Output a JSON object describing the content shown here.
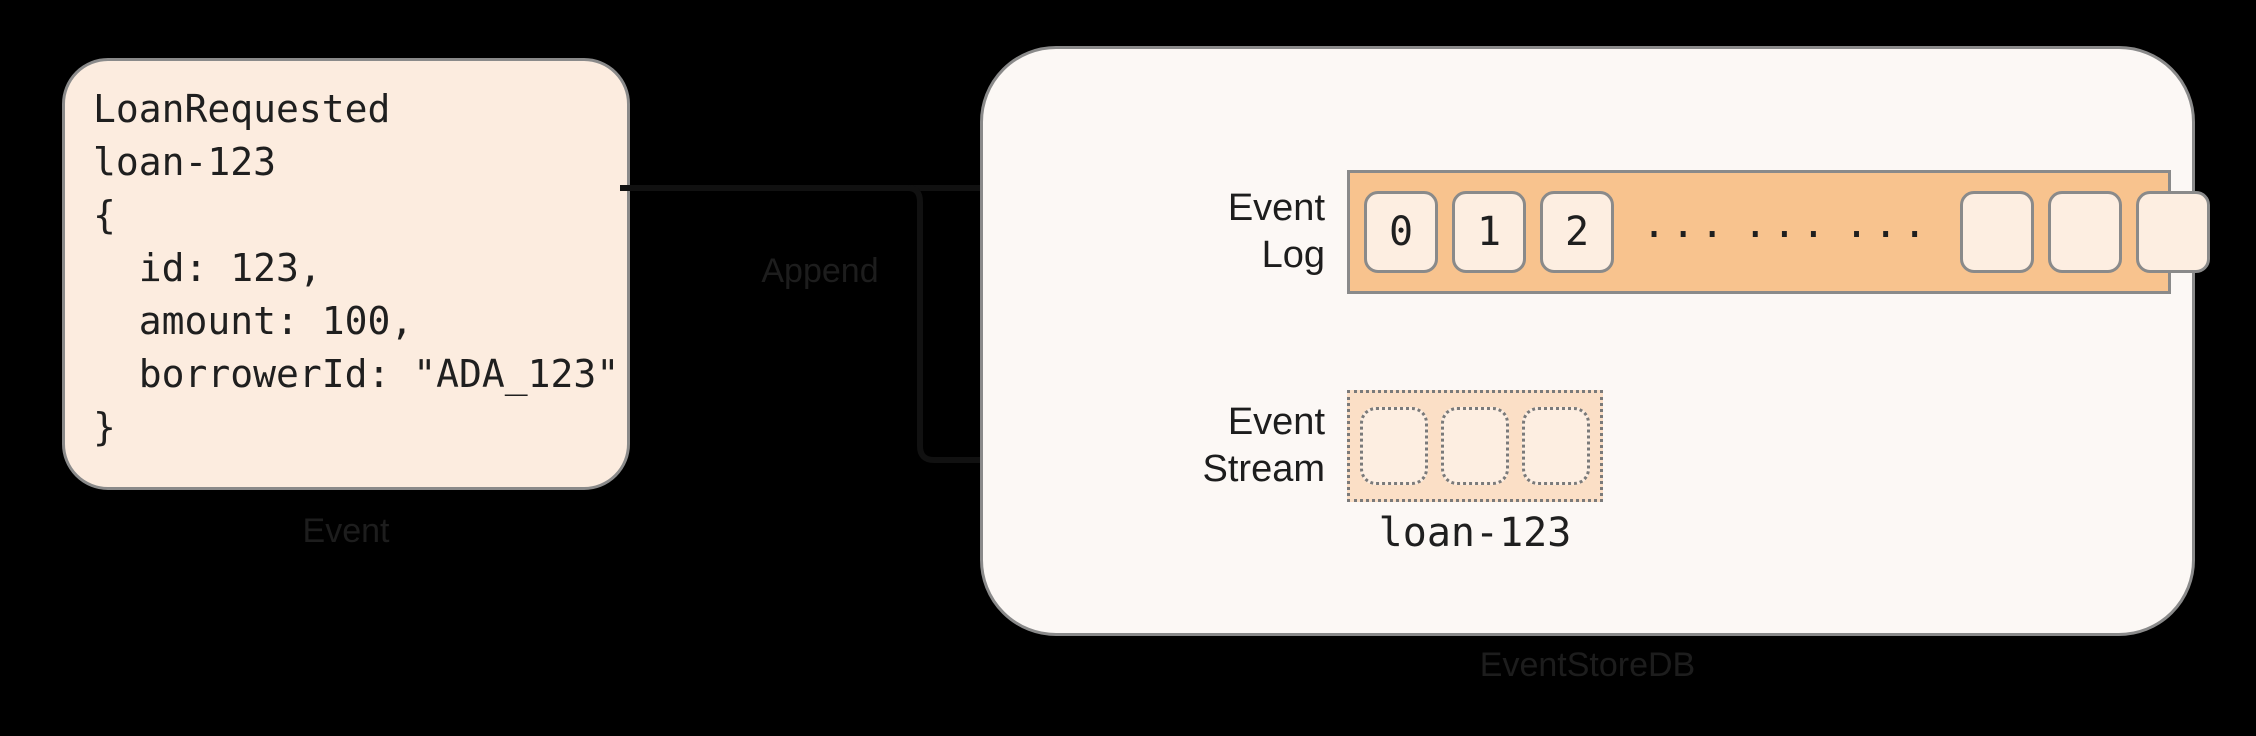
{
  "event_card": {
    "code": "LoanRequested\nloan-123\n{\n  id: 123,\n  amount: 100,\n  borrowerId: \"ADA_123\"\n}",
    "caption": "Event"
  },
  "arrow": {
    "label": "Append"
  },
  "store": {
    "caption": "EventStoreDB",
    "event_log": {
      "label": "Event\nLog",
      "cells": [
        "0",
        "1",
        "2",
        "",
        "",
        ""
      ],
      "dots": [
        "...",
        "...",
        "..."
      ]
    },
    "event_stream": {
      "label": "Event\nStream",
      "cells": [
        "",
        "",
        ""
      ],
      "caption": "loan-123"
    }
  },
  "colors": {
    "background": "#000000",
    "card_fill": "#fcecdf",
    "panel_fill": "#fcf8f5",
    "log_bar_fill": "#f8c38e",
    "stream_bar_fill": "#fbdfc6",
    "cell_fill": "#fdeee1",
    "border": "#8a8a8a",
    "text": "#1f1f1f"
  }
}
